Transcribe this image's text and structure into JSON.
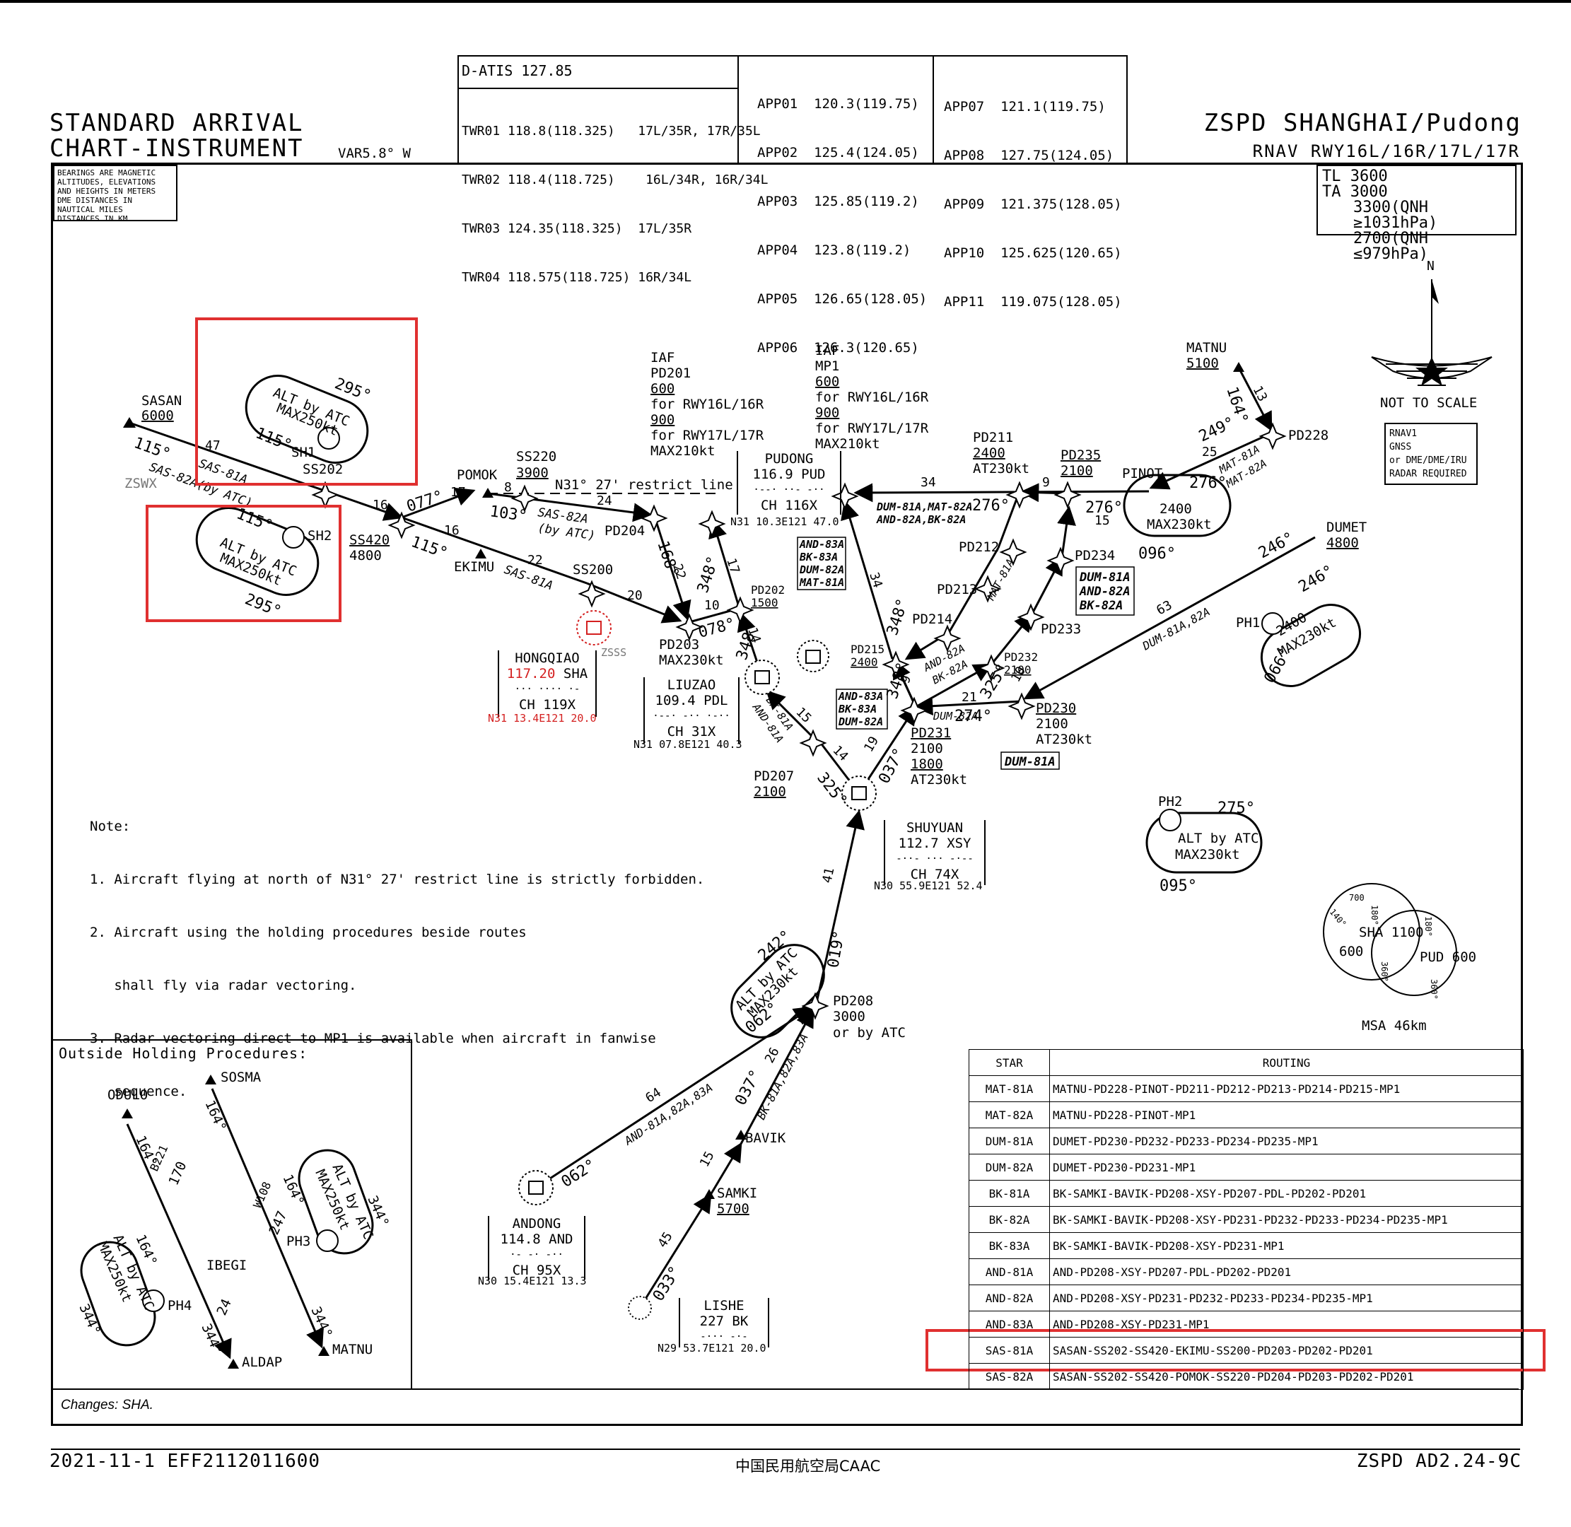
{
  "header": {
    "title_line1": "STANDARD ARRIVAL",
    "title_line2": "CHART-INSTRUMENT",
    "variation": "VAR5.8° W",
    "airport": "ZSPD SHANGHAI/Pudong",
    "procedure": "RNAV RWY16L/16R/17L/17R",
    "datis": "D-ATIS 127.85",
    "twr": [
      "TWR01 118.8(118.325)   17L/35R, 17R/35L",
      "TWR02 118.4(118.725)    16L/34R, 16R/34L",
      "TWR03 124.35(118.325)  17L/35R",
      "TWR04 118.575(118.725) 16R/34L"
    ],
    "app_a": [
      "APP01  120.3(119.75)",
      "APP02  125.4(124.05)",
      "APP03  125.85(119.2)",
      "APP04  123.8(119.2)",
      "APP05  126.65(128.05)",
      "APP06  126.3(120.65)"
    ],
    "app_b": [
      "APP07  121.1(119.75)",
      "APP08  127.75(124.05)",
      "APP09  121.375(128.05)",
      "APP10  125.625(120.65)",
      "APP11  119.075(128.05)"
    ]
  },
  "units_note": [
    "BEARINGS ARE MAGNETIC",
    "ALTITUDES, ELEVATIONS",
    "AND HEIGHTS IN METERS",
    "DME     DISTANCES     IN",
    "NAUTICAL          MILES",
    "DISTANCES IN KM"
  ],
  "transition": {
    "tl": "TL  3600",
    "ta": "TA  3000",
    "ta1": "3300(QNH ≥1031hPa)",
    "ta2": "2700(QNH ≤979hPa)"
  },
  "north": {
    "label": "N",
    "scale": "NOT TO SCALE"
  },
  "rnav_box": [
    "RNAV1",
    "GNSS",
    "or DME/DME/IRU",
    "RADAR REQUIRED"
  ],
  "map": {
    "fixes": {
      "sasan": "SASAN",
      "sasan_alt": "6000",
      "zswx": "ZSWX",
      "sh1": "SH1",
      "ss202": "SS202",
      "sh2": "SH2",
      "ss420": "SS420",
      "ss420_alt": "4800",
      "pomok": "POMOK",
      "ss220": "SS220",
      "ss220_alt": "3900",
      "ekimu": "EKIMU",
      "ss200": "SS200",
      "pd204": "PD204",
      "pd203": "PD203",
      "pd203_spd": "MAX230kt",
      "pd202": "PD202",
      "pd202_alt": "1500",
      "pd201_iaf": "IAF",
      "pd201": "PD201",
      "pd201_a1": "600",
      "pd201_a1t": "for RWY16L/16R",
      "pd201_a2": "900",
      "pd201_a2t": "for RWY17L/17R",
      "pd201_spd": "MAX210kt",
      "mp1_iaf": "IAF",
      "mp1": "MP1",
      "mp1_a1": "600",
      "mp1_a1t": "for RWY16L/16R",
      "mp1_a2": "900",
      "mp1_a2t": "for RWY17L/17R",
      "mp1_spd": "MAX210kt",
      "pd211": "PD211",
      "pd211_alt": "2400",
      "pd211_spd": "AT230kt",
      "pd235": "PD235",
      "pd235_alt": "2100",
      "pinot": "PINOT",
      "pinot_alt": "2400",
      "pinot_spd": "MAX230kt",
      "matnu": "MATNU",
      "matnu_alt": "5100",
      "pd228": "PD228",
      "dumet": "DUMET",
      "dumet_alt": "4800",
      "ph1": "PH1",
      "ph1_alt": "2400",
      "ph1_spd": "MAX230kt",
      "pd212": "PD212",
      "pd213": "PD213",
      "pd214": "PD214",
      "pd234": "PD234",
      "pd233": "PD233",
      "pd215": "PD215",
      "pd215_alt": "2400",
      "pd232": "PD232",
      "pd232_alt": "2100",
      "pd230": "PD230",
      "pd230_alt": "2100",
      "pd230_spd": "AT230kt",
      "pd231": "PD231",
      "pd231_a1": "2100",
      "pd231_a2": "1800",
      "pd231_spd": "AT230kt",
      "pd207": "PD207",
      "pd207_alt": "2100",
      "ph2": "PH2",
      "ph2_alt": "ALT by ATC",
      "ph2_spd": "MAX230kt",
      "pd208": "PD208",
      "pd208_alt": "3000",
      "pd208_atc": "or by ATC",
      "bavik": "BAVIK",
      "samki": "SAMKI",
      "samki_alt": "5700",
      "holding_alt": "ALT by ATC",
      "holding_spd": "MAX250kt",
      "pd208_spd": "MAX230kt"
    },
    "restrict_line": "N31° 27' restrict line",
    "navaids": {
      "pudong": {
        "name": "PUDONG",
        "freq": "116.9 PUD",
        "morse": "·--· ··- -··",
        "ch": "CH 116X",
        "coord": "N31 10.3E121 47.0"
      },
      "hongqiao": {
        "name": "HONGQIAO",
        "freq": "117.20",
        "ident": "SHA",
        "morse": "··· ···· ·-",
        "ch": "CH 119X",
        "coord": "N31 13.4E121 20.0",
        "zsss": "ZSSS"
      },
      "liuzao": {
        "name": "LIUZAO",
        "freq": "109.4 PDL",
        "morse": "·--· -·· ·-··",
        "ch": "CH 31X",
        "coord": "N31 07.8E121 40.3"
      },
      "shuyuan": {
        "name": "SHUYUAN",
        "freq": "112.7 XSY",
        "morse": "-··- ··· -·--",
        "ch": "CH 74X",
        "coord": "N30 55.9E121 52.4"
      },
      "andong": {
        "name": "ANDONG",
        "freq": "114.8 AND",
        "morse": "·- -· -··",
        "ch": "CH 95X",
        "coord": "N30 15.4E121 13.3"
      },
      "lishe": {
        "name": "LISHE",
        "freq": "227 BK",
        "morse": "-··· -·-",
        "coord": "N29 53.7E121 20.0"
      }
    },
    "route_labels": {
      "sas81a": "SAS-81A",
      "sas82a": "SAS-82A(by ATC)",
      "sas82a_b": "SAS-82A",
      "by_atc": "(by ATC)",
      "dum_line": "DUM-81A,MAT-82A",
      "dum_line2": "AND-82A,BK-82A",
      "mat81": "MAT-81A",
      "mat82": "MAT-82A",
      "dum_box": [
        "DUM-81A",
        "AND-82A",
        "BK-82A"
      ],
      "and_box1": [
        "AND-83A",
        "BK-83A",
        "DUM-82A",
        "MAT-81A"
      ],
      "and_box2": [
        "AND-83A",
        "BK-83A",
        "DUM-82A"
      ],
      "and82bk82": "AND-82A",
      "bk82": "BK-82A",
      "dum82": "DUM-82A",
      "dum81": "DUM-81A",
      "dum_route": "DUM-81A,82A",
      "bk81and81": "BK-81A",
      "and81": "AND-81A",
      "and_route": "AND-81A,82A,83A",
      "bk_route": "BK-81A,82A,83A"
    },
    "courses": {
      "c115a": "115°",
      "c295": "295°",
      "c115b": "115°",
      "c115c": "115°",
      "c295b": "295°",
      "c077": "077°",
      "c103": "103°",
      "c115d": "115°",
      "c168": "168°",
      "c348a": "348°",
      "c078": "078°",
      "c348b": "348°",
      "c276a": "276°",
      "c276b": "276°",
      "c249": "249°",
      "c276c": "276°",
      "c096": "096°",
      "c164": "164°",
      "c246a": "246°",
      "c246b": "246°",
      "c066": "066°",
      "c348c": "348°",
      "c348d": "348°",
      "c325a": "325°",
      "c274": "274°",
      "c325b": "325°",
      "c037": "037°",
      "c275": "275°",
      "c095": "095°",
      "c242": "242°",
      "c019": "019°",
      "c062a": "062°",
      "c037b": "037°",
      "c062b": "062°",
      "c033": "033°"
    },
    "distances": {
      "d47": "47",
      "d16a": "16",
      "d17a": "17",
      "d8": "8",
      "d24a": "24",
      "d16b": "16",
      "d22a": "22",
      "d20": "20",
      "d22b": "22",
      "d17b": "17",
      "d10a": "10",
      "d14a": "14",
      "d34a": "34",
      "d9a": "9",
      "d15a": "15",
      "d25": "25",
      "d13": "13",
      "d34b": "34",
      "d9b": "9",
      "d63": "63",
      "d21": "21",
      "d10b": "10",
      "d15b": "15",
      "d14b": "14",
      "d19": "19",
      "d41": "41",
      "d64": "64",
      "d26": "26",
      "d15c": "15",
      "d45": "45"
    }
  },
  "msa": {
    "sha": "SHA 1100",
    "pud": "PUD 600",
    "sha_low": "600",
    "alt700": "700",
    "deg180a": "180°",
    "deg140": "140°",
    "deg360a": "360°",
    "deg180b": "180°",
    "deg360b": "360°",
    "label": "MSA 46km"
  },
  "notes": {
    "title": "Note:",
    "items": [
      "1. Aircraft flying at north of N31° 27' restrict line is strictly forbidden.",
      "2. Aircraft using the holding procedures beside routes",
      "   shall fly via radar vectoring.",
      "3. Radar vectoring direct to MP1 is available when aircraft in fanwise",
      "   sequence."
    ]
  },
  "outside_holding": {
    "title": "Outside Holding Procedures:",
    "odulo": "ODULO",
    "sosma": "SOSMA",
    "ibegi": "IBEGI",
    "aldap": "ALDAP",
    "matnu": "MATNU",
    "ph3": "PH3",
    "ph4": "PH4",
    "b221": "B221",
    "w108": "W108",
    "c164a": "164°",
    "c164b": "164°",
    "c164c": "164°",
    "c164d": "164°",
    "c344a": "344°",
    "c344b": "344°",
    "c344c": "344°",
    "c344d": "344°",
    "d170": "170",
    "d24": "24",
    "d247": "247"
  },
  "star_table": {
    "col_star": "STAR",
    "col_routing": "ROUTING",
    "rows": [
      [
        "MAT-81A",
        "MATNU-PD228-PINOT-PD211-PD212-PD213-PD214-PD215-MP1"
      ],
      [
        "MAT-82A",
        "MATNU-PD228-PINOT-MP1"
      ],
      [
        "DUM-81A",
        "DUMET-PD230-PD232-PD233-PD234-PD235-MP1"
      ],
      [
        "DUM-82A",
        "DUMET-PD230-PD231-MP1"
      ],
      [
        "BK-81A",
        "BK-SAMKI-BAVIK-PD208-XSY-PD207-PDL-PD202-PD201"
      ],
      [
        "BK-82A",
        "BK-SAMKI-BAVIK-PD208-XSY-PD231-PD232-PD233-PD234-PD235-MP1"
      ],
      [
        "BK-83A",
        "BK-SAMKI-BAVIK-PD208-XSY-PD231-MP1"
      ],
      [
        "AND-81A",
        "AND-PD208-XSY-PD207-PDL-PD202-PD201"
      ],
      [
        "AND-82A",
        "AND-PD208-XSY-PD231-PD232-PD233-PD234-PD235-MP1"
      ],
      [
        "AND-83A",
        "AND-PD208-XSY-PD231-MP1"
      ],
      [
        "SAS-81A",
        "SASAN-SS202-SS420-EKIMU-SS200-PD203-PD202-PD201"
      ],
      [
        "SAS-82A",
        "SASAN-SS202-SS420-POMOK-SS220-PD204-PD203-PD202-PD201"
      ]
    ]
  },
  "changes": "Changes: SHA.",
  "footer": {
    "date": "2021-11-1 EFF2112011600",
    "authority": "中国民用航空局CAAC",
    "page": "ZSPD  AD2.24-9C"
  },
  "highlight_color": "#e03030",
  "hongqiao_color": "#d42020"
}
